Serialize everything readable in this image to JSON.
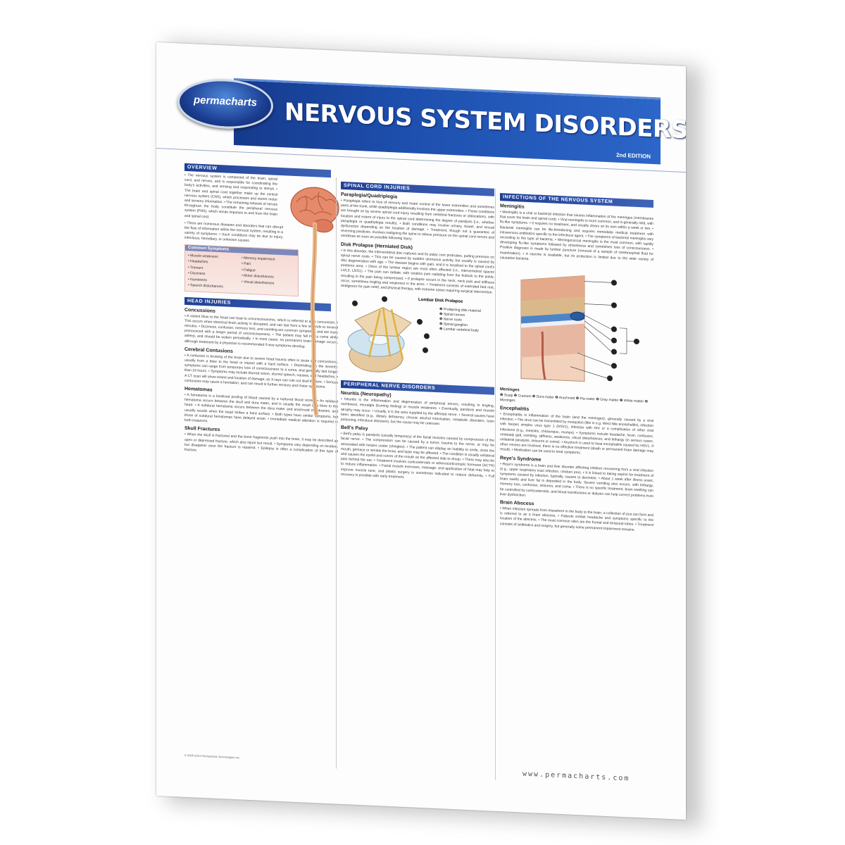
{
  "brand": {
    "logo": "permacharts",
    "url": "www.permacharts.com",
    "copyright": "© 2005-2021 Permacharts Technologies Inc."
  },
  "title": "NERVOUS SYSTEM DISORDERS",
  "edition": "2nd EDITION",
  "columns": {
    "left": {
      "overview_head": "OVERVIEW",
      "overview_p1": "• The nervous system is composed of the brain, spinal cord, and nerves, and is responsible for coordinating the body's activities, and sensing and responding to stimuli. • The brain and spinal cord together make up the central nervous system (CNS), which processes and stores motor and sensory information. • The remaining network of nerves throughout the body constitute the peripheral nervous system (PNS), which sends impulses to and from the brain and spinal cord.",
      "overview_p2": "• There are numerous diseases and disorders that can disrupt the flow of information within the nervous system, resulting in a variety of symptoms. • Such conditions may be due to injury, infectious, hereditary, or unknown causes.",
      "symptoms_head": "Common Symptoms",
      "symptoms": [
        "• Muscle weakness",
        "• Memory impairment",
        "• Headaches",
        "• Pain",
        "• Tremors",
        "• Fatigue",
        "• Dizziness",
        "• Motor disturbances",
        "• Numbness",
        "• Visual disturbances",
        "• Speech disturbances",
        ""
      ],
      "head_injuries_head": "HEAD INJURIES",
      "concussion_head": "Concussions",
      "concussion_text": "• A violent blow to the head can lead to unconsciousness, which is referred to as a concussion. • This occurs when electrical brain activity is disrupted, and can last from a few seconds to several minutes. • Dizziness, confusion, memory loss, and vomiting are common symptoms, and are more pronounced with a longer period of unconsciousness. • The patient may fall into a coma while asleep, and should be woken periodically. • In most cases, no permanent brain damage occurs, although treatment by a physician is recommended if new symptoms develop.",
      "contusion_head": "Cerebral Contusions",
      "contusion_text": "• A contusion is bruising of the brain due to severe head trauma often in acute and concussions, usually from a blow to the head or impact with a hard surface. • Depending on the severity, symptoms can range from temporary loss of consciousness to a coma, and generally last longer than 24 hours. • Symptoms may include blurred vision, slurred speech, nausea, and headaches. • A CT scan will show extent and location of damage, as X-rays can rule out skull fracture. • Serious contusions may cause a herniation, and can result in further sensory and motor symptoms.",
      "hematoma_head": "Hematomas",
      "hematoma_text": "• A hematoma is a localized pooling of blood caused by a ruptured blood vessel. • An epidural hematoma occurs between the skull and dura mater, and is usually the result of a blow to the head. • A subdural hematoma occurs between the dura mater and arachnoid membranes, and usually results when the head strikes a hard surface. • Both types have similar symptoms, but those of subdural hematomas have delayed onset. • Immediate medical attention is required in both instances.",
      "skull_head": "Skull Fractures",
      "skull_text": "• When the skull is fractured and the bone fragments push into the brain, it may be described as open or depressed fracture, which also injure but result. • Symptoms vary depending on location, but disappear once the fracture is repaired. • Epilepsy is often a complication of this type of fracture."
    },
    "middle": {
      "spinal_head": "SPINAL CORD INJURIES",
      "para_head": "Paraplegia/Quadriplegia",
      "para_text": "• Paraplegia refers to loss of sensory and motor control of the lower extremities and sometimes parts of the trunk, while quadriplegia additionally involves the upper extremities. • These conditions are brought on by severe spinal cord injury resulting from vertebral fractures or dislocations, with location and extent of injury to the spinal cord determining the degree of paralysis (i.e., whether paraplegia or quadriplegia results). • Both conditions may involve urinary, bowel, and sexual dysfunction depending on the location of damage. • Treatment, though not a guarantee of reversing paralysis, involves realigning the spine to relieve pressure on the spinal cord nerves and vertebrae as soon as possible following injury.",
      "disk_head": "Disk Prolapse (Herniated Disk)",
      "disk_text": "• In this disorder, the intervertebral disc ruptures and its pulpy core protrudes, putting pressure on spinal nerve roots. • This can be caused by sudden strenuous activity, but usually is caused by disc degeneration with age. • The disease begins with pain, and it is localized to the spinal cord's posterior area. • Discs of the lumbar region are most often affected (i.e., intervertebral spaces L4/L5, L5/S1). • The pain can radiate, with sciatica pain radiating from the buttock to the ankle, resulting in the pain being compressed. • If prolapse occurs in the neck, neck pain and stiffness occur, sometimes tingling and weakness in the arms. • Treatment consists of extended bed rest, analgesics for pain relief, and physical therapy, with extreme cases requiring surgical intervention.",
      "lumbar_title": "Lumbar Disk Prolapse",
      "lumbar_legend": [
        "❶ Prolapsing disk material",
        "❷ Spinal nerves",
        "❸ Nerve roots",
        "❹ Spinal ganglion",
        "❺ Lumbar vertebral body"
      ],
      "pnd_head": "PERIPHERAL NERVE DISORDERS",
      "neuritis_head": "Neuritis (Neuropathy)",
      "neuritis_text": "• Neuritis is the inflammation and degeneration of peripheral nerves, resulting in tingling, numbness, neuralgia (burning feeling) or muscle weakness. • Eventually, paralysis and muscle atrophy may occur. • Usually, it is the area supplied by the affected nerve. • Several causes have been identified (e.g., dietary deficiency, chronic alcohol intoxication, metabolic disorders, toxin poisoning, infectious diseases), but the cause may be unknown.",
      "bells_head": "Bell's Palsy",
      "bells_text": "• Bell's palsy is paralysis (usually temporary) of the facial muscles caused by compression of the facial nerve. • The compression can be caused by a tumor, trauma to the nerve, or may be associated with herpes zoster (shingles). • The patient can display an inability to smile, close the mouth, grimace or wrinkle the brow, and taste may be affected. • The condition is usually unilateral and causes the eyelid and corner of the mouth on the affected side to droop. • There may also be pain behind the ear. • Treatment involves corticosteroids or adrenocorticotropic hormone (ACTH) to reduce inflammation. • Facial muscle exercises, massage, and application of heat may help to improve muscle tone, and plastic surgery is sometimes indicated to reduce deformity. • Full recovery is possible with early treatment."
    },
    "right": {
      "infect_head": "INFECTIONS OF THE NERVOUS SYSTEM",
      "meningitis_head": "Meningitis",
      "meningitis_text": "• Meningitis is a viral or bacterial infection that causes inflammation of the meninges (membranes that cover the brain and spinal cord). • Viral meningitis is more common, and is generally mild, with flu-like symptoms. • It requires no treatment, and usually clears on its own within a week or two. • Bacterial meningitis can be life-threatening and requires immediate medical treatment with intravenous antibiotics specific to the infectious agent. • The symptoms of bacterial meningitis vary according to the type of bacteria. • Meningococcal meningitis is the most common, with rapidly developing flu-like symptoms followed by drowsiness and sometimes loss of consciousness. • Positive diagnosis is made by lumbar puncture (removal of a sample of cerebrospinal fluid for examination). • A vaccine is available, but its protection is limited due to the wide variety of causative bacteria.",
      "meninges_title": "Meninges",
      "meninges_legend": "❶ Scalp ❷ Cranium ❸ Dura mater ❹ Arachnoid ❺ Pia mater ❻ Gray matter ❼ White matter ❽ Meninges",
      "enceph_head": "Encephalitis",
      "enceph_text": "• Encephalitis is inflammation of the brain (and the meninges), generally caused by a viral infection. • The virus can be transmitted by mosquitos (like in e.g. West Nile encephalitis), infection with herpes simplex virus type 1 (HSV1), infection with HIV or a complication of other viral infections (e.g., measles, chickenpox, mumps). • Symptoms include headache, fever, confusion, unsteady gait, vomiting, stiffness, weakness, visual disturbances, and lethargy (in serious cases, unilateral paralysis, seizures or coma). • Acyclovir is used to treat encephalitis caused by HSV1. If other viruses are involved, there is no effective treatment (death or permanent brain damage may result). • Medication can be used to treat symptoms.",
      "reyes_head": "Reye's Syndrome",
      "reyes_text": "• Reye's syndrome is a brain and liver disorder affecting children recovering from a viral infection (e.g., upper respiratory tract infection, chicken pox). • It is linked to taking aspirin for treatment of symptoms caused by infection, typically, causes to decrease. • About 1 week after illness onset, brain swells and liver fat is deposited in the body. Severe vomiting also occurs, with lethargy, memory loss, confusion, seizures, and coma. • There is no specific treatment, brain swelling can be controlled by corticosteroids, and blood transfusions or dialysis can help correct problems from liver dysfunction.",
      "abscess_head": "Brain Abscess",
      "abscess_text": "• When infection spreads from elsewhere in the body to the brain, a collection of pus can form and is referred to as a brain abscess. • Patients exhibit headache and symptoms specific to the location of the abscess. • The most common sites are the frontal and temporal lobes. • Treatment consists of antibiotics and surgery, but generally some permanent impairment remains."
    }
  },
  "colors": {
    "banner": "#1d4fae",
    "section": "#1f3f95",
    "symptoms_bg": "#f6d9d3"
  }
}
